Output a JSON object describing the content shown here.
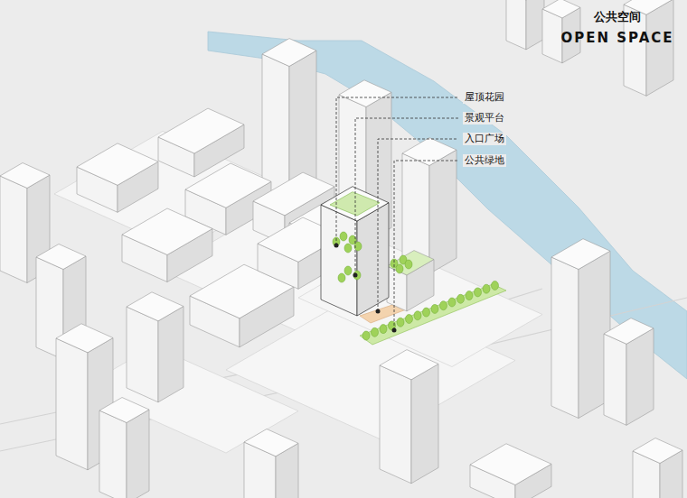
{
  "diagram": {
    "title": "公共空间",
    "labels": [
      "OPEN SPACE",
      "屋顶花园",
      "景观平台",
      "入口广场",
      "公共绿地"
    ]
  }
}
